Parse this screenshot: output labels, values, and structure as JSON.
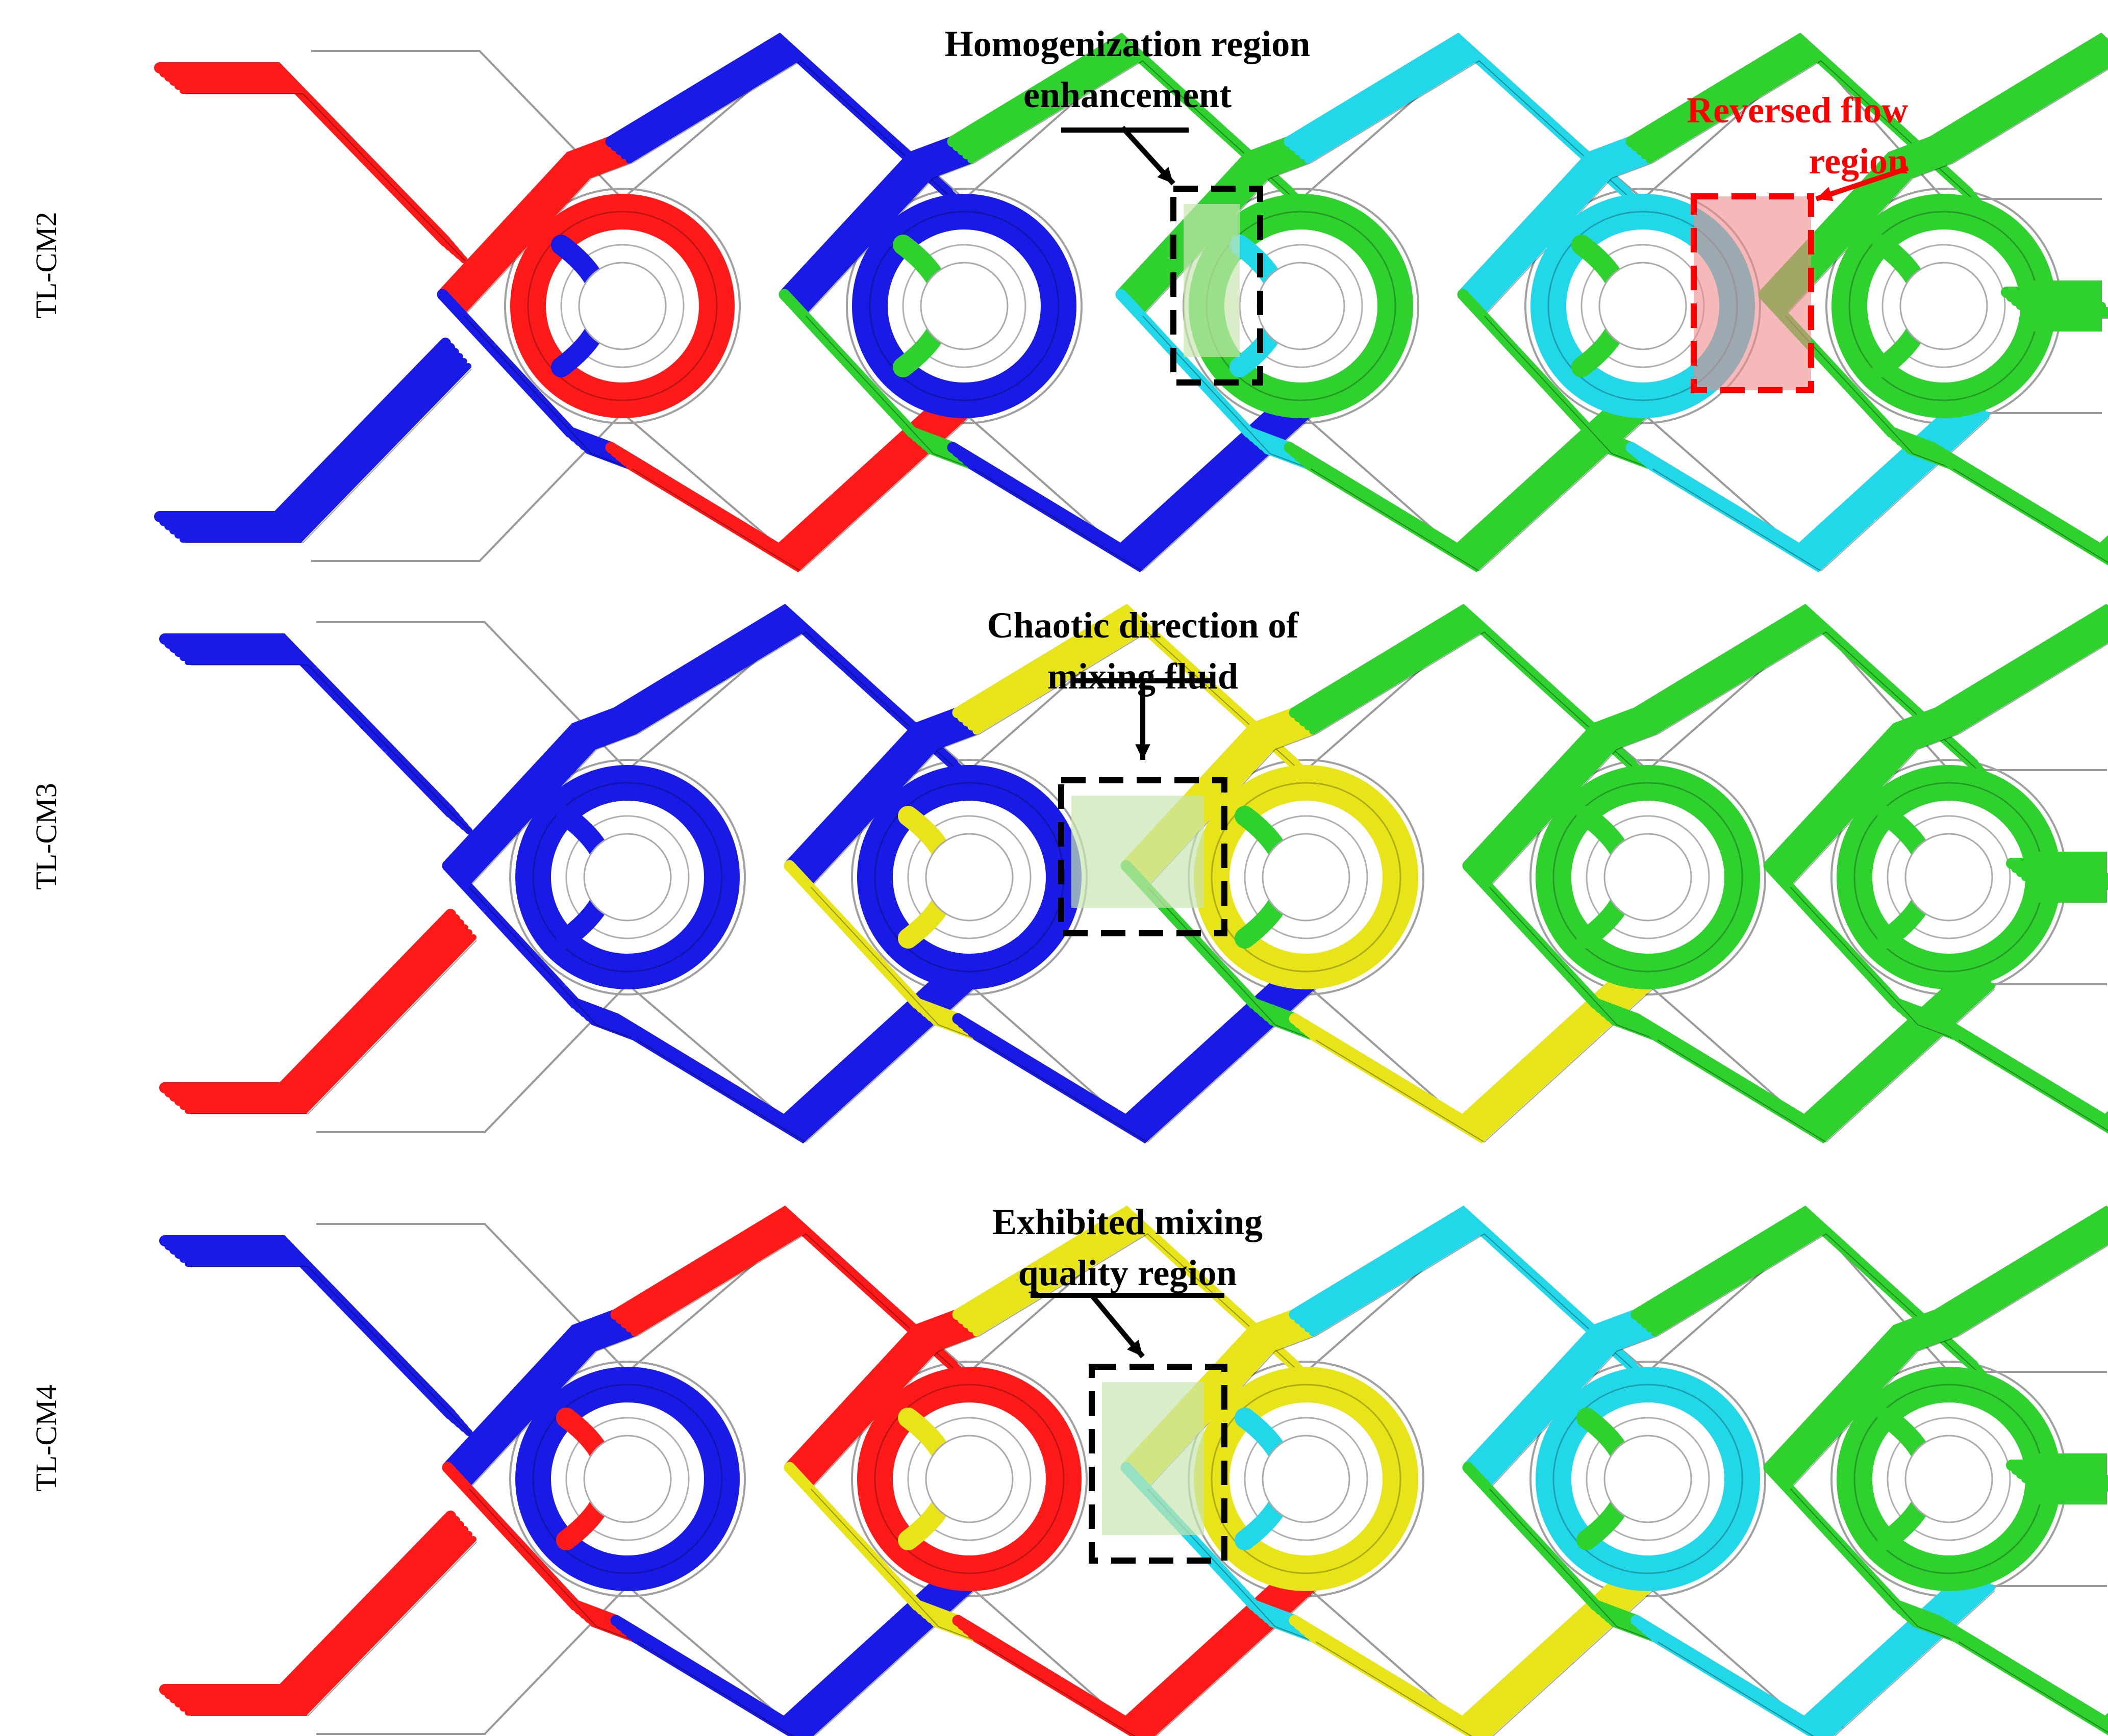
{
  "figure": {
    "panels": [
      {
        "id": "tl-cm2",
        "label": "TL-CM2",
        "annotations": [
          {
            "lines": [
              "Homogenization region",
              "enhancement"
            ],
            "color": "#000000"
          },
          {
            "lines": [
              "Reversed flow",
              "region"
            ],
            "color": "#ff0000"
          }
        ]
      },
      {
        "id": "tl-cm3",
        "label": "TL-CM3",
        "annotations": [
          {
            "lines": [
              "Chaotic direction of",
              "mixing fluid"
            ],
            "color": "#000000"
          }
        ]
      },
      {
        "id": "tl-cm4",
        "label": "TL-CM4",
        "annotations": [
          {
            "lines": [
              "Exhibited mixing",
              "quality region"
            ],
            "color": "#000000"
          }
        ]
      }
    ],
    "colors": {
      "red": "#ff1a1a",
      "orange": "#ff7a1a",
      "yellow": "#e8e41a",
      "green": "#2fd12f",
      "cyan": "#22d8e8",
      "blue": "#1a1ae6",
      "highlight_green": "#c8e6b0",
      "highlight_red": "#f08a8a"
    }
  }
}
